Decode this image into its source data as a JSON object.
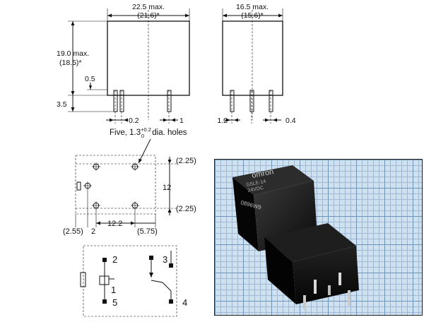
{
  "top_view": {
    "width_label": "22.5 max.",
    "width_alt": "(21.6)*",
    "height_label": "19.0 max.",
    "height_alt": "(18.5)*",
    "pin_offset": "0.5",
    "pin_length": "3.5",
    "pin_dim_a": "0.2",
    "pin_dim_b": "1"
  },
  "side_view": {
    "width_label": "16.5 max.",
    "width_alt": "(15.6)*",
    "dim_a": "1.2",
    "dim_b": "0.4"
  },
  "holes_note": {
    "prefix": "Five, 1.3",
    "sup": "+0.2",
    "sub": "0",
    "suffix": " dia. holes"
  },
  "pcb_layout": {
    "dim_top": "(2.25)",
    "dim_mid": "12",
    "dim_bottom": "(2.25)",
    "dim_width": "12.2",
    "dim_left": "(2.55)",
    "dim_two": "2",
    "dim_right": "(5.75)"
  },
  "schematic": {
    "pin1": "1",
    "pin2": "2",
    "pin3": "3",
    "pin4": "4",
    "pin5": "5"
  },
  "photo": {
    "brand": "omron",
    "model": "G5LE-14",
    "voltage": "24VDC",
    "lot": "0896W9"
  }
}
